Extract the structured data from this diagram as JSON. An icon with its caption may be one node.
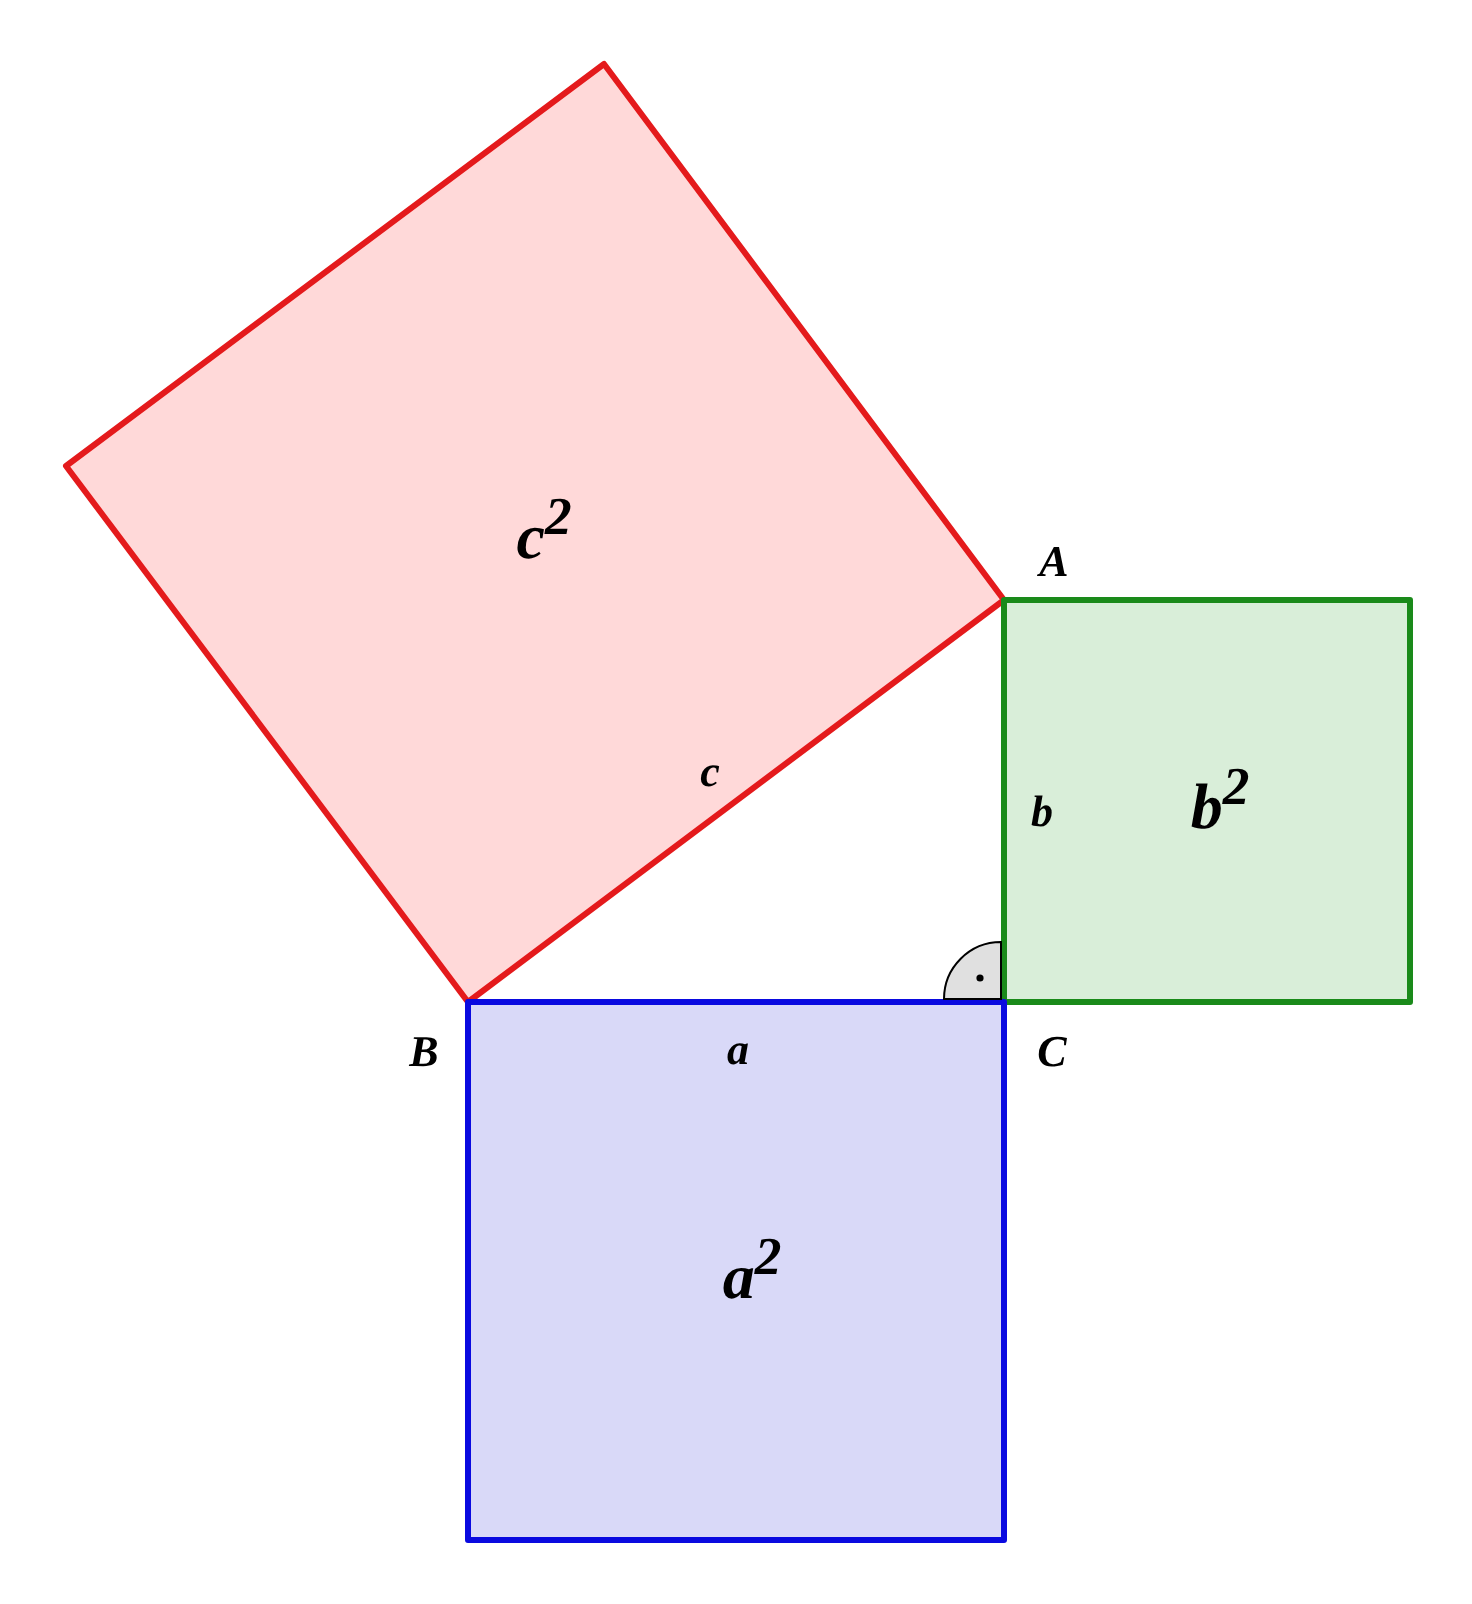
{
  "diagram": {
    "nodes": [
      {
        "text": [
          "c$^{2}$"
        ]
      },
      {
        "text": [
          "b$^{2}$"
        ]
      },
      {
        "text": [
          "a$^{2}$"
        ]
      }
    ],
    "labels": [
      "A",
      "c",
      "b",
      "B",
      "a",
      "C"
    ]
  }
}
